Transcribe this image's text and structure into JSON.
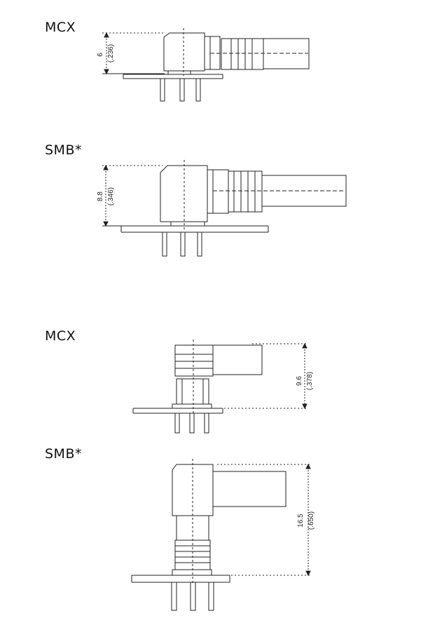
{
  "diagrams": [
    {
      "label": "MCX",
      "dim_mm": "6",
      "dim_in": "(.236)"
    },
    {
      "label": "SMB*",
      "dim_mm": "8.8",
      "dim_in": "(.346)"
    },
    {
      "label": "MCX",
      "dim_mm": "9.6",
      "dim_in": "(.378)"
    },
    {
      "label": "SMB*",
      "dim_mm": "16.5",
      "dim_in": "(.650)"
    }
  ]
}
